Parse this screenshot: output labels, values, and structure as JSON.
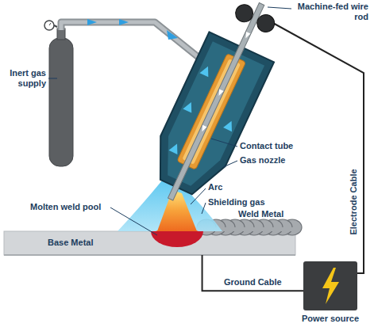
{
  "diagram": {
    "nodes": [
      {
        "text": [
          "Base Metal"
        ]
      },
      {
        "text": [
          "Power source"
        ]
      }
    ],
    "edges": [
      {
        "from": 1,
        "to": 0,
        "arrow": "none",
        "label": "Ground Cable"
      }
    ],
    "labels": [
      "Machine-fed wire rod",
      "Inert gas supply",
      "Contact tube",
      "Gas nozzle",
      "Arc",
      "Shielding gas",
      "Molten weld pool",
      "Weld Metal",
      "Electrode Cable"
    ]
  }
}
